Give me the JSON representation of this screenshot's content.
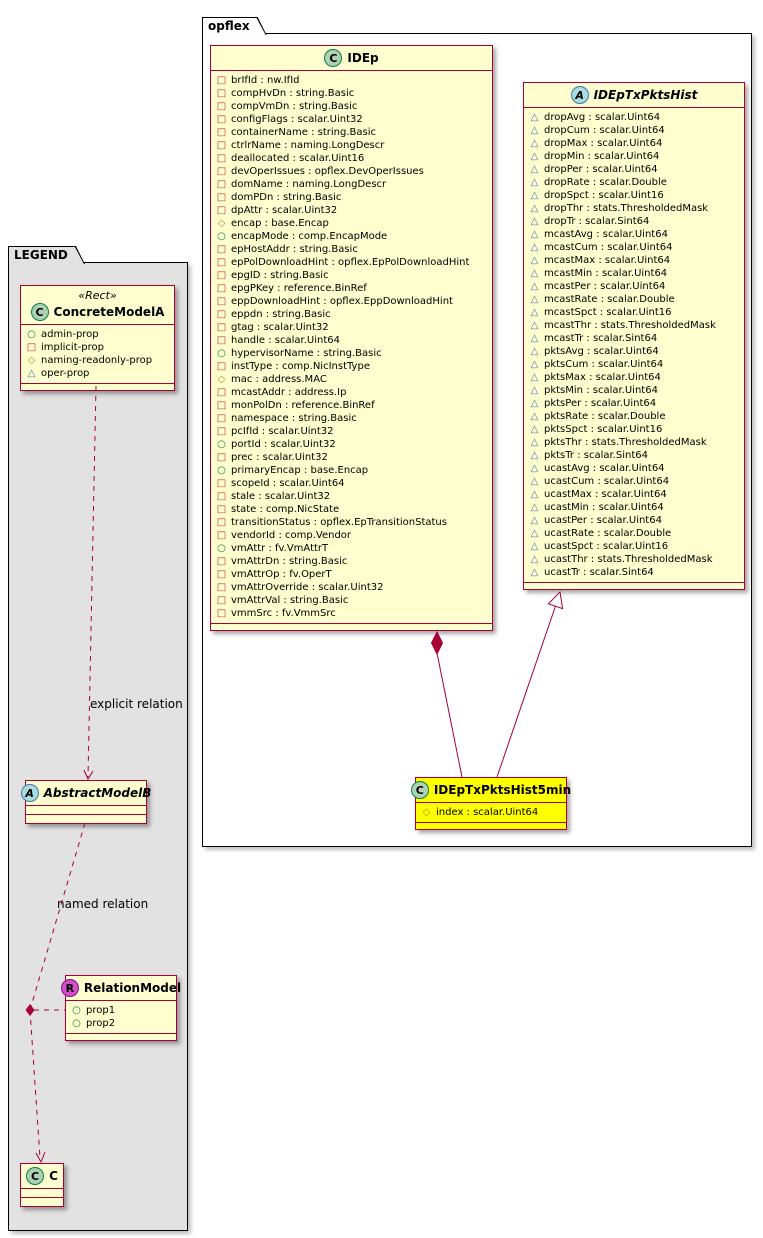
{
  "packages": {
    "legend": {
      "title": "LEGEND"
    },
    "opflex": {
      "title": "opflex"
    }
  },
  "relations": {
    "explicit_label": "explicit relation",
    "named_label": "named relation"
  },
  "colors": {
    "class_bg": "#FEFECE",
    "class_border": "#A80036",
    "highlight_bg": "#FFFF00",
    "legend_bg": "#E2E2E2",
    "spot_class_bg": "#ADD1B2",
    "spot_abstract_bg": "#A9DCDF",
    "spot_r_bg": "#D24FC8",
    "icon_circle": "#038048",
    "icon_square": "#C82930",
    "icon_diamond": "#B38D22",
    "icon_triangle": "#4177AF"
  },
  "classes": {
    "concrete": {
      "spot": "C",
      "stereotype": "«Rect»",
      "name": "ConcreteModelA",
      "props": [
        {
          "icon": "circle",
          "label": "admin-prop"
        },
        {
          "icon": "square",
          "label": "implicit-prop"
        },
        {
          "icon": "diamond",
          "label": "naming-readonly-prop"
        },
        {
          "icon": "triangle",
          "label": "oper-prop"
        }
      ]
    },
    "abstractB": {
      "spot": "A",
      "name": "AbstractModelB"
    },
    "relation": {
      "spot": "R",
      "name": "RelationModel",
      "props": [
        {
          "icon": "circle",
          "label": "prop1"
        },
        {
          "icon": "circle",
          "label": "prop2"
        }
      ]
    },
    "c": {
      "spot": "C",
      "name": "C"
    },
    "idep": {
      "spot": "C",
      "name": "IDEp",
      "props": [
        {
          "icon": "square",
          "label": "brIfId : nw.IfId"
        },
        {
          "icon": "square",
          "label": "compHvDn : string.Basic"
        },
        {
          "icon": "square",
          "label": "compVmDn : string.Basic"
        },
        {
          "icon": "square",
          "label": "configFlags : scalar.Uint32"
        },
        {
          "icon": "square",
          "label": "containerName : string.Basic"
        },
        {
          "icon": "square",
          "label": "ctrlrName : naming.LongDescr"
        },
        {
          "icon": "square",
          "label": "deallocated : scalar.Uint16"
        },
        {
          "icon": "square",
          "label": "devOperIssues : opflex.DevOperIssues"
        },
        {
          "icon": "square",
          "label": "domName : naming.LongDescr"
        },
        {
          "icon": "square",
          "label": "domPDn : string.Basic"
        },
        {
          "icon": "square",
          "label": "dpAttr : scalar.Uint32"
        },
        {
          "icon": "diamond",
          "label": "encap : base.Encap"
        },
        {
          "icon": "circle",
          "label": "encapMode : comp.EncapMode"
        },
        {
          "icon": "square",
          "label": "epHostAddr : string.Basic"
        },
        {
          "icon": "square",
          "label": "epPolDownloadHint : opflex.EpPolDownloadHint"
        },
        {
          "icon": "square",
          "label": "epgID : string.Basic"
        },
        {
          "icon": "square",
          "label": "epgPKey : reference.BinRef"
        },
        {
          "icon": "square",
          "label": "eppDownloadHint : opflex.EppDownloadHint"
        },
        {
          "icon": "square",
          "label": "eppdn : string.Basic"
        },
        {
          "icon": "square",
          "label": "gtag : scalar.Uint32"
        },
        {
          "icon": "square",
          "label": "handle : scalar.Uint64"
        },
        {
          "icon": "circle",
          "label": "hypervisorName : string.Basic"
        },
        {
          "icon": "square",
          "label": "instType : comp.NicInstType"
        },
        {
          "icon": "diamond",
          "label": "mac : address.MAC"
        },
        {
          "icon": "square",
          "label": "mcastAddr : address.Ip"
        },
        {
          "icon": "square",
          "label": "monPolDn : reference.BinRef"
        },
        {
          "icon": "square",
          "label": "namespace : string.Basic"
        },
        {
          "icon": "square",
          "label": "pcIfId : scalar.Uint32"
        },
        {
          "icon": "circle",
          "label": "portId : scalar.Uint32"
        },
        {
          "icon": "square",
          "label": "prec : scalar.Uint32"
        },
        {
          "icon": "circle",
          "label": "primaryEncap : base.Encap"
        },
        {
          "icon": "square",
          "label": "scopeId : scalar.Uint64"
        },
        {
          "icon": "square",
          "label": "stale : scalar.Uint32"
        },
        {
          "icon": "square",
          "label": "state : comp.NicState"
        },
        {
          "icon": "square",
          "label": "transitionStatus : opflex.EpTransitionStatus"
        },
        {
          "icon": "square",
          "label": "vendorId : comp.Vendor"
        },
        {
          "icon": "circle",
          "label": "vmAttr : fv.VmAttrT"
        },
        {
          "icon": "square",
          "label": "vmAttrDn : string.Basic"
        },
        {
          "icon": "square",
          "label": "vmAttrOp : fv.OperT"
        },
        {
          "icon": "square",
          "label": "vmAttrOverride : scalar.Uint32"
        },
        {
          "icon": "square",
          "label": "vmAttrVal : string.Basic"
        },
        {
          "icon": "square",
          "label": "vmmSrc : fv.VmmSrc"
        }
      ]
    },
    "hist": {
      "spot": "A",
      "name": "IDEpTxPktsHist",
      "props": [
        {
          "icon": "triangle",
          "label": "dropAvg : scalar.Uint64"
        },
        {
          "icon": "triangle",
          "label": "dropCum : scalar.Uint64"
        },
        {
          "icon": "triangle",
          "label": "dropMax : scalar.Uint64"
        },
        {
          "icon": "triangle",
          "label": "dropMin : scalar.Uint64"
        },
        {
          "icon": "triangle",
          "label": "dropPer : scalar.Uint64"
        },
        {
          "icon": "triangle",
          "label": "dropRate : scalar.Double"
        },
        {
          "icon": "triangle",
          "label": "dropSpct : scalar.Uint16"
        },
        {
          "icon": "triangle",
          "label": "dropThr : stats.ThresholdedMask"
        },
        {
          "icon": "triangle",
          "label": "dropTr : scalar.Sint64"
        },
        {
          "icon": "triangle",
          "label": "mcastAvg : scalar.Uint64"
        },
        {
          "icon": "triangle",
          "label": "mcastCum : scalar.Uint64"
        },
        {
          "icon": "triangle",
          "label": "mcastMax : scalar.Uint64"
        },
        {
          "icon": "triangle",
          "label": "mcastMin : scalar.Uint64"
        },
        {
          "icon": "triangle",
          "label": "mcastPer : scalar.Uint64"
        },
        {
          "icon": "triangle",
          "label": "mcastRate : scalar.Double"
        },
        {
          "icon": "triangle",
          "label": "mcastSpct : scalar.Uint16"
        },
        {
          "icon": "triangle",
          "label": "mcastThr : stats.ThresholdedMask"
        },
        {
          "icon": "triangle",
          "label": "mcastTr : scalar.Sint64"
        },
        {
          "icon": "triangle",
          "label": "pktsAvg : scalar.Uint64"
        },
        {
          "icon": "triangle",
          "label": "pktsCum : scalar.Uint64"
        },
        {
          "icon": "triangle",
          "label": "pktsMax : scalar.Uint64"
        },
        {
          "icon": "triangle",
          "label": "pktsMin : scalar.Uint64"
        },
        {
          "icon": "triangle",
          "label": "pktsPer : scalar.Uint64"
        },
        {
          "icon": "triangle",
          "label": "pktsRate : scalar.Double"
        },
        {
          "icon": "triangle",
          "label": "pktsSpct : scalar.Uint16"
        },
        {
          "icon": "triangle",
          "label": "pktsThr : stats.ThresholdedMask"
        },
        {
          "icon": "triangle",
          "label": "pktsTr : scalar.Sint64"
        },
        {
          "icon": "triangle",
          "label": "ucastAvg : scalar.Uint64"
        },
        {
          "icon": "triangle",
          "label": "ucastCum : scalar.Uint64"
        },
        {
          "icon": "triangle",
          "label": "ucastMax : scalar.Uint64"
        },
        {
          "icon": "triangle",
          "label": "ucastMin : scalar.Uint64"
        },
        {
          "icon": "triangle",
          "label": "ucastPer : scalar.Uint64"
        },
        {
          "icon": "triangle",
          "label": "ucastRate : scalar.Double"
        },
        {
          "icon": "triangle",
          "label": "ucastSpct : scalar.Uint16"
        },
        {
          "icon": "triangle",
          "label": "ucastThr : stats.ThresholdedMask"
        },
        {
          "icon": "triangle",
          "label": "ucastTr : scalar.Sint64"
        }
      ]
    },
    "hist5min": {
      "spot": "C",
      "name": "IDEpTxPktsHist5min",
      "props": [
        {
          "icon": "diamond",
          "label": "index : scalar.Uint64"
        }
      ]
    }
  }
}
